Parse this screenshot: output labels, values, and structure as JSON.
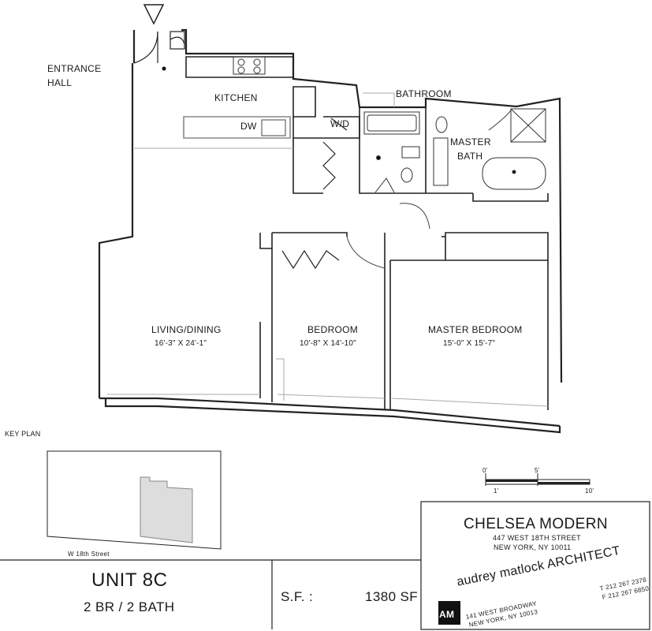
{
  "rooms": {
    "entrance_hall_line1": "ENTRANCE",
    "entrance_hall_line2": "HALL",
    "kitchen": "KITCHEN",
    "dw": "DW",
    "wd": "W/D",
    "bathroom": "BATHROOM",
    "master_bath_line1": "MASTER",
    "master_bath_line2": "BATH",
    "living_dining": "LIVING/DINING",
    "living_dining_dims": "16'-3\" X 24'-1\"",
    "bedroom": "BEDROOM",
    "bedroom_dims": "10'-8\" X 14'-10\"",
    "master_bedroom": "MASTER BEDROOM",
    "master_bedroom_dims": "15'-0\" X 15'-7\""
  },
  "key_plan": {
    "title": "KEY PLAN",
    "street": "W 18th Street"
  },
  "scale": {
    "top_0": "0'",
    "top_5": "5'",
    "bottom_1": "1'",
    "bottom_10": "10'"
  },
  "title_block": {
    "building": "CHELSEA MODERN",
    "address1": "447 WEST 18TH STREET",
    "address2": "NEW YORK, NY 10011",
    "unit": "UNIT 8C",
    "config": "2 BR / 2 BATH",
    "sf_label": "S.F. :",
    "sf_value": "1380 SF",
    "architect_logo": "AM",
    "architect": "audrey matlock ARCHITECT",
    "arch_address1": "141 WEST BROADWAY",
    "arch_address2": "NEW YORK, NY 10013",
    "phone": "T 212 267 2378",
    "fax": "F 212 267 6850"
  }
}
